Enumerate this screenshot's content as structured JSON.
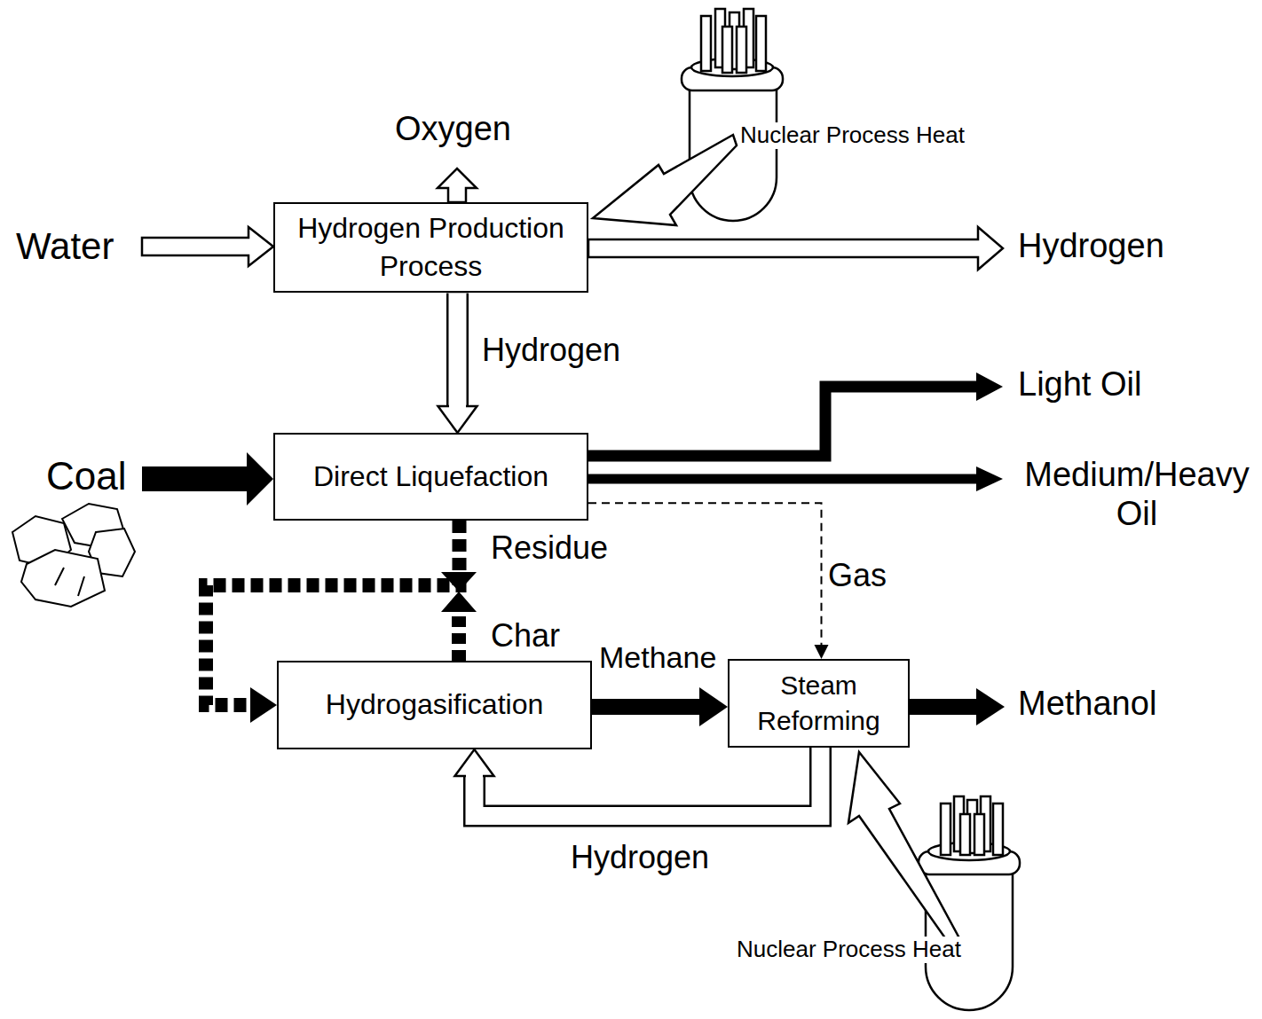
{
  "diagram": {
    "nodes": [
      {
        "text": [
          "Hydrogen Production Process"
        ]
      },
      {
        "text": [
          "Direct Liquefaction"
        ]
      },
      {
        "text": [
          "Hydrogasification"
        ]
      },
      {
        "text": [
          "Steam Reforming"
        ]
      }
    ],
    "edges": [
      {
        "from": 0,
        "to": 1,
        "arrow": "to",
        "label": "Hydrogen"
      },
      {
        "from": 1,
        "to": 2,
        "arrow": "to",
        "label": "Residue"
      },
      {
        "from": 1,
        "to": 3,
        "arrow": "to",
        "label": "Gas"
      },
      {
        "from": 2,
        "to": 3,
        "arrow": "to",
        "label": "Methane"
      },
      {
        "from": 3,
        "to": 2,
        "arrow": "to",
        "label": "Hydrogen"
      }
    ],
    "labels": [
      "Oxygen",
      "Nuclear Process Heat",
      "Water",
      "Hydrogen",
      "Light Oil",
      "Medium/Heavy Oil",
      "Coal",
      "Char",
      "Methanol",
      "Nuclear Process Heat"
    ]
  }
}
